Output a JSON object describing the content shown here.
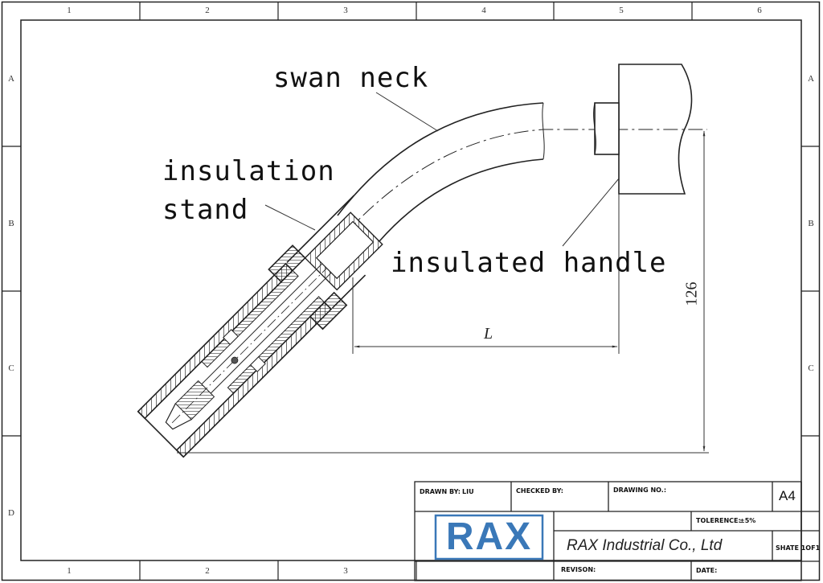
{
  "border": {
    "columns_top": [
      "1",
      "2",
      "3",
      "4",
      "5",
      "6"
    ],
    "columns_bottom": [
      "1",
      "2",
      "3"
    ],
    "rows_left": [
      "A",
      "B",
      "C",
      "D"
    ],
    "rows_right": [
      "A",
      "B",
      "C"
    ]
  },
  "drawing": {
    "callouts": {
      "swan_neck": "swan neck",
      "insulation_stand_line1": "insulation",
      "insulation_stand_line2": "stand",
      "insulated_handle": "insulated handle"
    },
    "dimensions": {
      "horizontal": "L",
      "vertical": "126"
    }
  },
  "title_block": {
    "drawn_by_label": "DRAWN BY:",
    "drawn_by_value": "LIU",
    "checked_by_label": "CHECKED BY:",
    "drawing_no_label": "DRAWING NO.:",
    "sheet_size": "A4",
    "tolerance_label": "TOLERENCE:",
    "tolerance_value": "±5%",
    "logo_text": "RAX",
    "company": "RAX Industrial Co., Ltd",
    "sheet": "SHATE 1OF1",
    "revision_label": "REVISON:",
    "date_label": "DATE:",
    "logo_color": "#3a78b8"
  }
}
